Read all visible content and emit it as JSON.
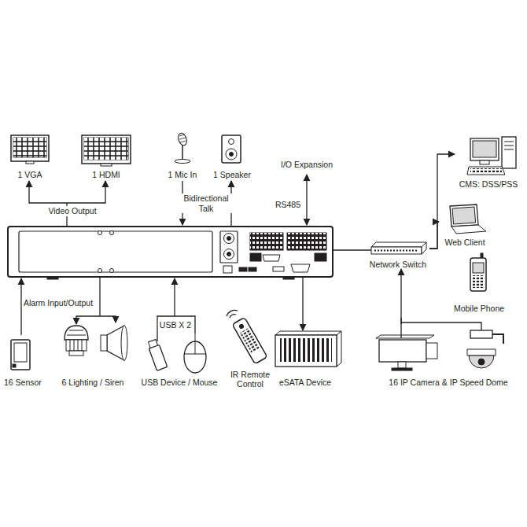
{
  "diagram": {
    "nodes": [
      {
        "text": [
          "1 VGA"
        ]
      },
      {
        "text": [
          "1 HDMI"
        ]
      },
      {
        "text": [
          "1 Mic In"
        ]
      },
      {
        "text": [
          "1 Speaker"
        ]
      },
      {
        "text": [
          "CMS: DSS/PSS"
        ]
      },
      {
        "text": [
          "Network Switch"
        ]
      },
      {
        "text": [
          "Web Client"
        ]
      },
      {
        "text": [
          "Mobile Phone"
        ]
      },
      {
        "text": [
          "16 Sensor"
        ]
      },
      {
        "text": [
          "6 Lighting / Siren"
        ]
      },
      {
        "text": [
          "USB Device / Mouse"
        ]
      },
      {
        "text": [
          "IR Remote Control"
        ]
      },
      {
        "text": [
          "eSATA Device"
        ]
      },
      {
        "text": [
          "16 IP Camera & IP Speed Dome"
        ]
      }
    ],
    "edges": [
      {
        "from": 5,
        "to": 4,
        "arrow": "to"
      },
      {
        "from": 5,
        "to": 6,
        "arrow": "to"
      },
      {
        "from": 13,
        "to": 5,
        "arrow": "to"
      }
    ],
    "labels": [
      "Video Output",
      "Bidirectional Talk",
      "I/O Expansion",
      "RS485",
      "Alarm Input/Output",
      "USB X 2"
    ]
  }
}
